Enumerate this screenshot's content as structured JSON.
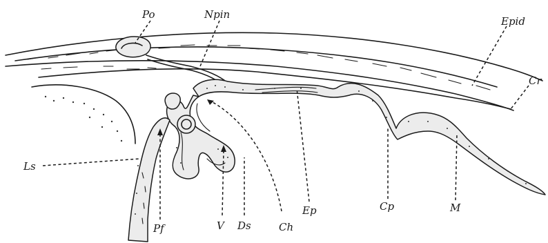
{
  "figure": {
    "labels": {
      "po": "Po",
      "npin": "Npin",
      "epid": "Epid",
      "cr": "Cr",
      "ls": "Ls",
      "pf": "Pf",
      "v": "V",
      "ds": "Ds",
      "ch": "Ch",
      "ep": "Ep",
      "cp": "Cp",
      "m": "M"
    },
    "colors": {
      "ink": "#1a1a1a",
      "tissue": "#ececec",
      "background": "#ffffff"
    }
  }
}
